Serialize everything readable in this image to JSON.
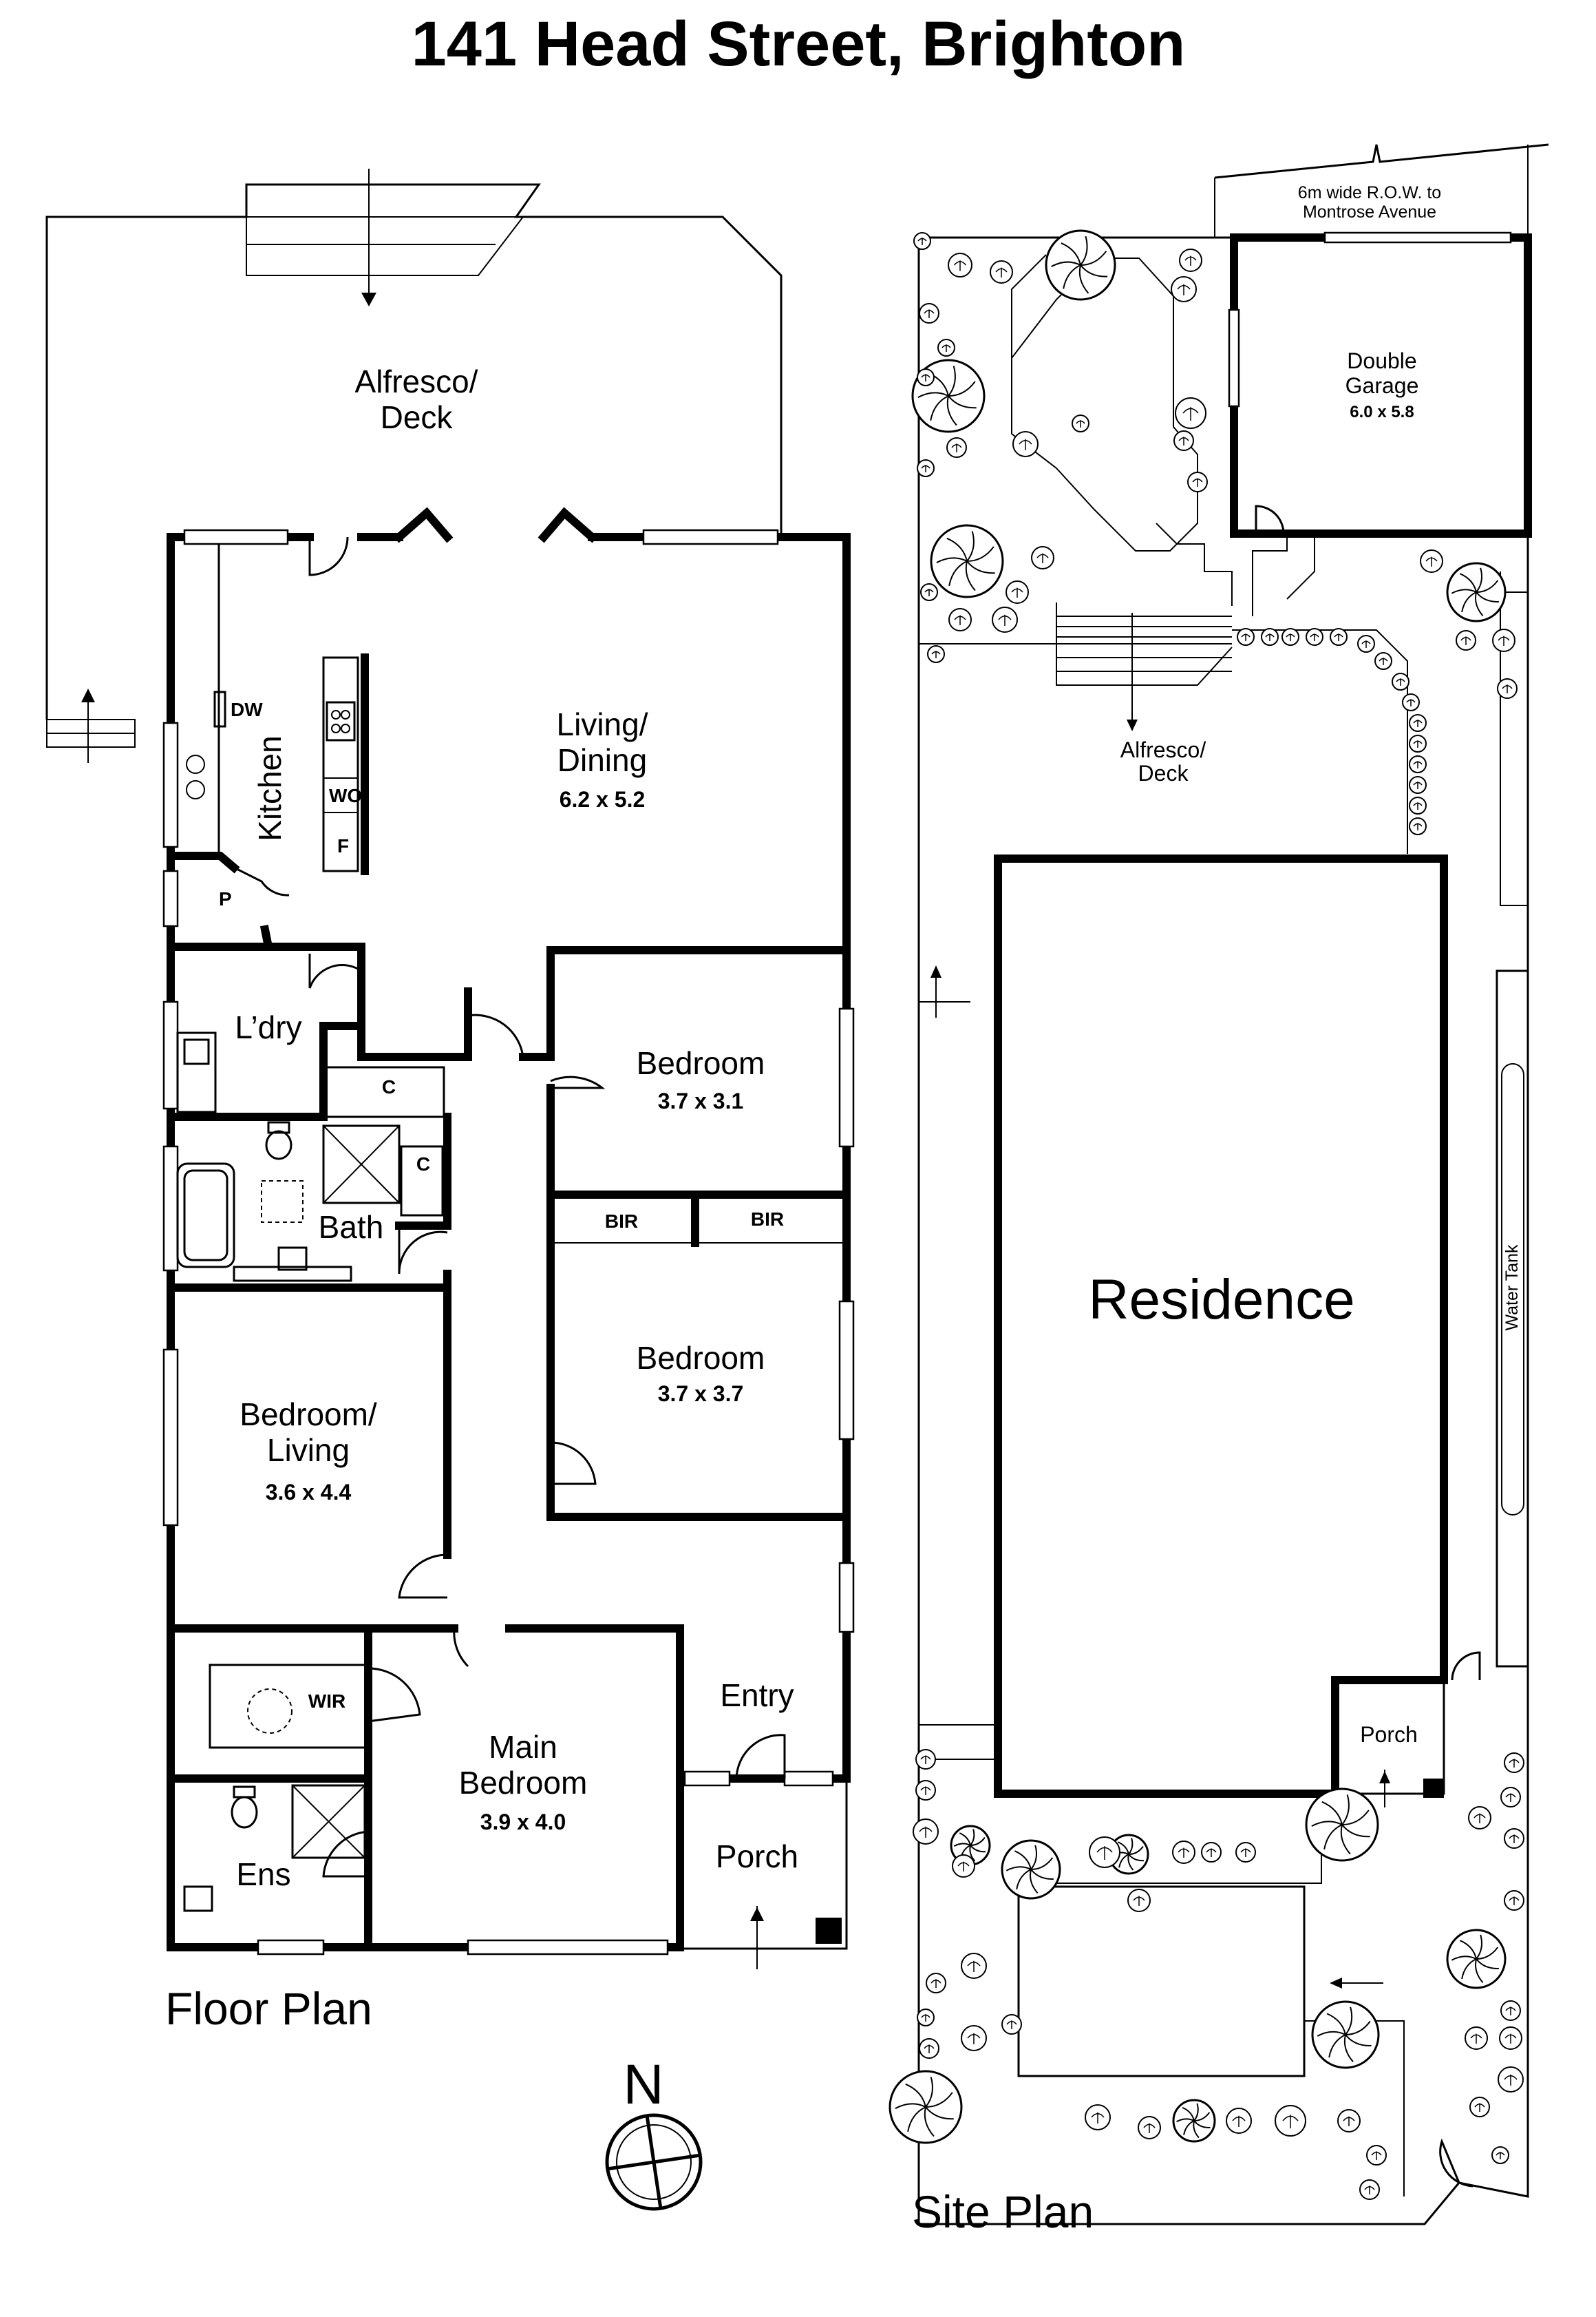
{
  "title": "141 Head Street, Brighton",
  "captions": {
    "floor_plan": "Floor Plan",
    "site_plan": "Site Plan",
    "north": "N"
  },
  "floor_plan": {
    "alfresco": [
      "Alfresco/",
      "Deck"
    ],
    "living_dining": {
      "name": [
        "Living/",
        "Dining"
      ],
      "size": "6.2 x 5.2"
    },
    "kitchen": "Kitchen",
    "dw": "DW",
    "wo": "WO",
    "f": "F",
    "pantry": "P",
    "laundry": "L’dry",
    "cupboard_1": "C",
    "cupboard_2": "C",
    "bath": "Bath",
    "bedroom_1": {
      "name": "Bedroom",
      "size": "3.7 x 3.1"
    },
    "bir_1": "BIR",
    "bir_2": "BIR",
    "bedroom_2": {
      "name": "Bedroom",
      "size": "3.7 x 3.7"
    },
    "bedroom_living": {
      "name": [
        "Bedroom/",
        "Living"
      ],
      "size": "3.6 x 4.4"
    },
    "wir": "WIR",
    "main_bedroom": {
      "name": [
        "Main",
        "Bedroom"
      ],
      "size": "3.9 x 4.0"
    },
    "ens": "Ens",
    "entry": "Entry",
    "porch": "Porch"
  },
  "site_plan": {
    "row": [
      "6m wide R.O.W. to",
      "Montrose Avenue"
    ],
    "garage": {
      "name": [
        "Double",
        "Garage"
      ],
      "size": "6.0 x 5.8"
    },
    "alfresco": [
      "Alfresco/",
      "Deck"
    ],
    "residence": "Residence",
    "water_tank": "Water Tank",
    "porch": "Porch"
  },
  "icons": [
    "north-arrow-icon",
    "stair-arrow-icon",
    "tree-icon",
    "shrub-icon",
    "toilet-icon",
    "bathtub-icon",
    "cooktop-icon",
    "sink-icon",
    "door-swing-icon"
  ]
}
